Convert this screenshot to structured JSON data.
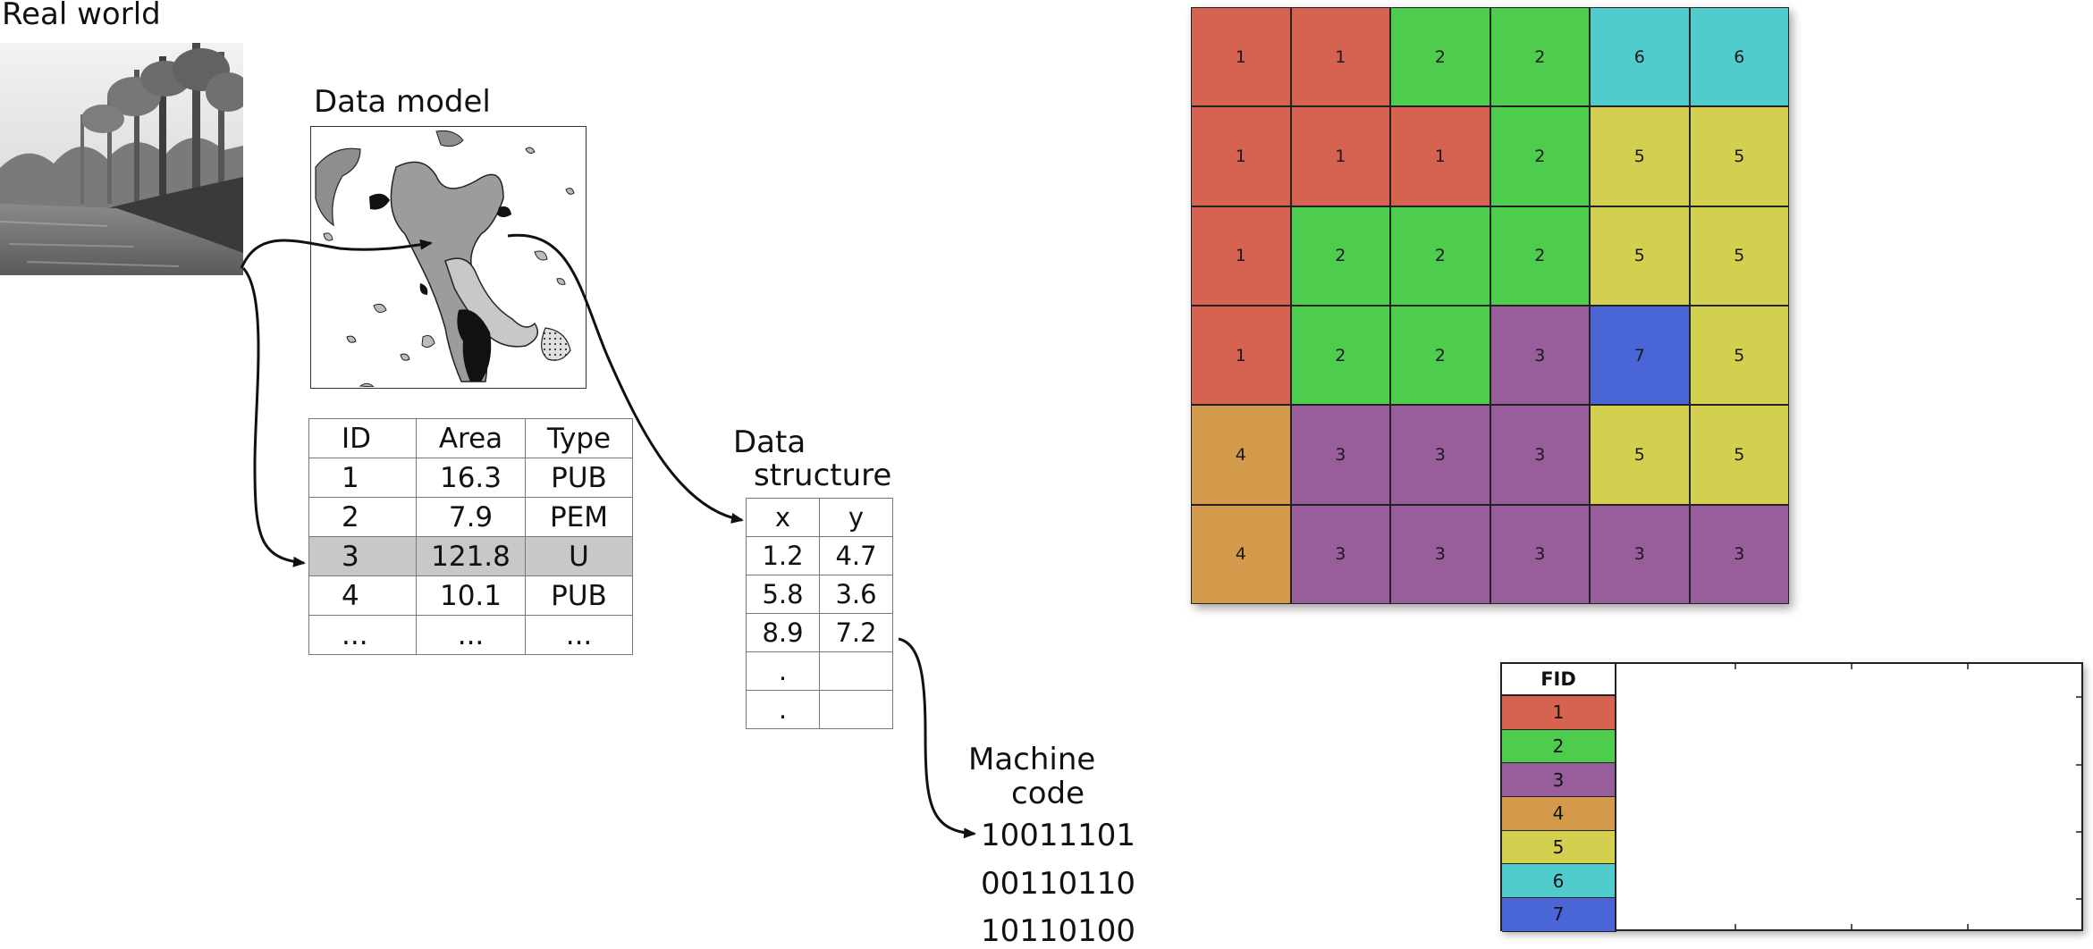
{
  "labels": {
    "real_world": "Real world",
    "data_model": "Data model",
    "data_structure_line1": "Data",
    "data_structure_line2": "structure",
    "machine_code_line1": "Machine",
    "machine_code_line2": "code"
  },
  "attribute_table": {
    "headers": [
      "ID",
      "Area",
      "Type"
    ],
    "rows": [
      [
        "1",
        "16.3",
        "PUB"
      ],
      [
        "2",
        "7.9",
        "PEM"
      ],
      [
        "3",
        "121.8",
        "U"
      ],
      [
        "4",
        "10.1",
        "PUB"
      ],
      [
        "...",
        "...",
        "..."
      ]
    ],
    "highlighted_row": 2
  },
  "xy_table": {
    "headers": [
      "x",
      "y"
    ],
    "rows": [
      [
        "1.2",
        "4.7"
      ],
      [
        "5.8",
        "3.6"
      ],
      [
        "8.9",
        "7.2"
      ],
      [
        ".",
        ""
      ],
      [
        ".",
        ""
      ]
    ]
  },
  "machine_code": [
    "10011101",
    "00110110",
    "10110100"
  ],
  "raster": {
    "values": [
      [
        1,
        1,
        2,
        2,
        6,
        6
      ],
      [
        1,
        1,
        1,
        2,
        5,
        5
      ],
      [
        1,
        2,
        2,
        2,
        5,
        5
      ],
      [
        1,
        2,
        2,
        3,
        7,
        5
      ],
      [
        4,
        3,
        3,
        3,
        5,
        5
      ],
      [
        4,
        3,
        3,
        3,
        3,
        3
      ]
    ]
  },
  "fid_table": {
    "header": "FID",
    "rows": [
      "1",
      "2",
      "3",
      "4",
      "5",
      "6",
      "7"
    ]
  },
  "colors": {
    "1": "#d5634f",
    "2": "#4dcc4d",
    "3": "#985e9c",
    "4": "#d49a4c",
    "5": "#d4d04f",
    "6": "#50cccc",
    "7": "#4a66d6"
  }
}
